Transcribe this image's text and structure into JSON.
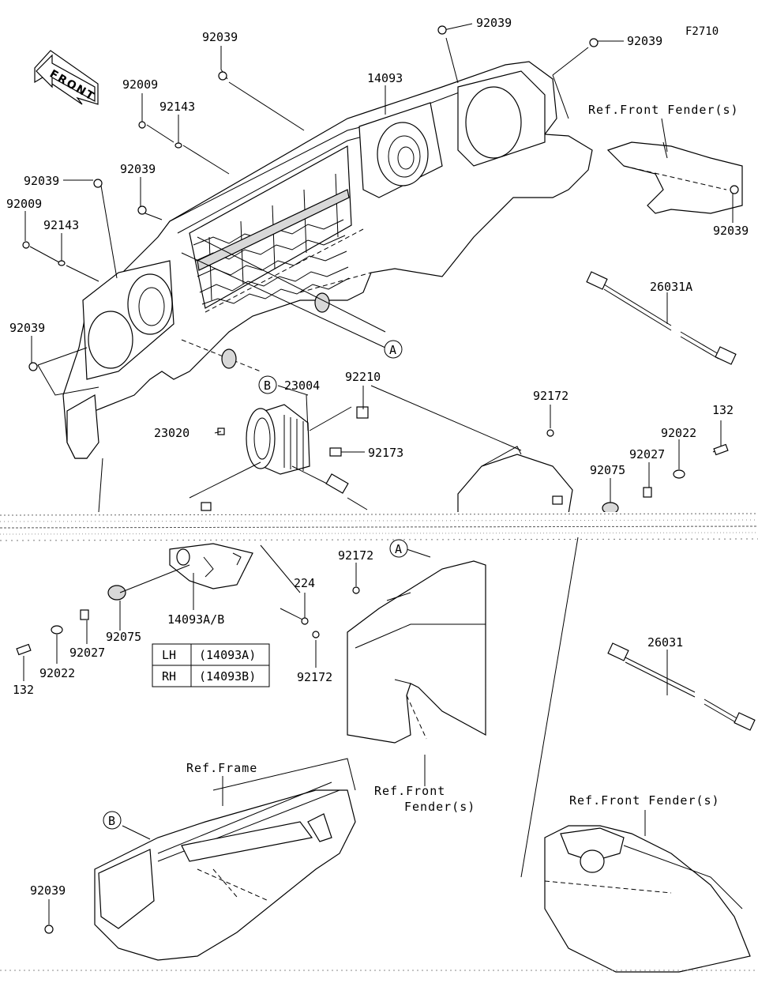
{
  "figure_code": "F2710",
  "front_arrow_label": "FRONT",
  "part_labels": {
    "p92039_a": "92039",
    "p92039_b": "92039",
    "p92039_c": "92039",
    "p92039_d": "92039",
    "p92039_e": "92039",
    "p92039_f": "92039",
    "p92039_g": "92039",
    "p92009_a": "92009",
    "p92009_b": "92009",
    "p92143_a": "92143",
    "p92143_b": "92143",
    "p14093": "14093",
    "p26031A": "26031A",
    "p26031": "26031",
    "p23004": "23004",
    "p23020": "23020",
    "p92210": "92210",
    "p92173": "92173",
    "p92172_a": "92172",
    "p92172_b": "92172",
    "p92172_c": "92172",
    "p132_a": "132",
    "p132_b": "132",
    "p92022_a": "92022",
    "p92022_b": "92022",
    "p92027_a": "92027",
    "p92027_b": "92027",
    "p92075_a": "92075",
    "p92075_b": "92075",
    "p224": "224",
    "p14093AB": "14093A/B"
  },
  "ref_labels": {
    "front_fender_top": "Ref.Front Fender(s)",
    "front_fender_mid_1": "Ref.Front",
    "front_fender_mid_2": "Fender(s)",
    "front_fender_bottom": "Ref.Front Fender(s)",
    "frame": "Ref.Frame"
  },
  "callouts": {
    "a": "A",
    "b": "B",
    "a_detail": "A",
    "b_detail": "B"
  },
  "side_table": {
    "rows": [
      {
        "side": "LH",
        "part": "(14093A)"
      },
      {
        "side": "RH",
        "part": "(14093B)"
      }
    ]
  }
}
